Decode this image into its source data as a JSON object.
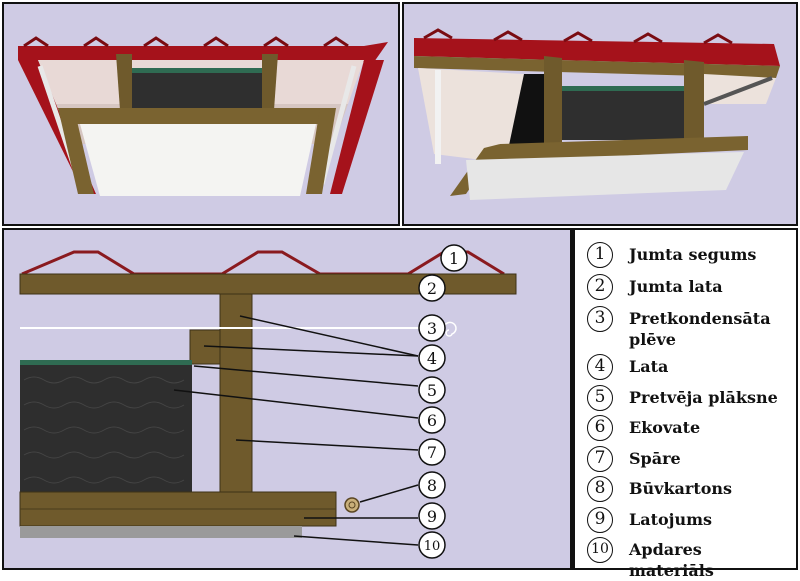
{
  "legend": [
    {
      "num": "1",
      "text": "Jumta segums"
    },
    {
      "num": "2",
      "text": "Jumta lata"
    },
    {
      "num": "3",
      "text": "Pretkondensāta plēve"
    },
    {
      "num": "4",
      "text": "Lata"
    },
    {
      "num": "5",
      "text": "Pretvēja plāksne"
    },
    {
      "num": "6",
      "text": "Ekovate"
    },
    {
      "num": "7",
      "text": "Spāre"
    },
    {
      "num": "8",
      "text": "Būvkartons"
    },
    {
      "num": "9",
      "text": "Latojums"
    },
    {
      "num": "10",
      "text": "Apdares materiāls"
    }
  ],
  "colors": {
    "panel_bg": "#cfcbe4",
    "roof_red": "#a5121b",
    "wood": "#6f5a2c",
    "insulation": "#2e2e2e",
    "membrane": "#2f6b52",
    "finish": "#9a9a9a"
  }
}
